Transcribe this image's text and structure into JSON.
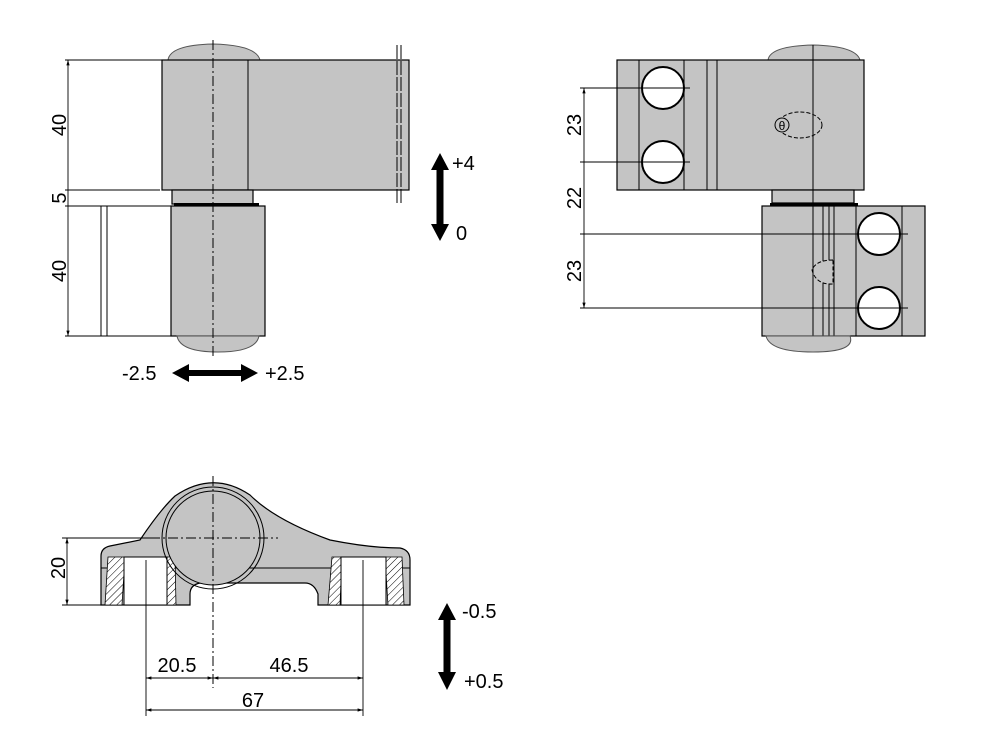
{
  "drawing": {
    "front_view": {
      "dim_upper_height": "40",
      "dim_gap": "5",
      "dim_lower_height": "40",
      "vertical_adjust_top": "+4",
      "vertical_adjust_bottom": "0",
      "lateral_adjust_left": "-2.5",
      "lateral_adjust_right": "+2.5"
    },
    "side_view": {
      "dim_upper_holes": "23",
      "dim_middle": "22",
      "dim_lower_holes": "23",
      "pin_symbol": "θ"
    },
    "top_view": {
      "dim_height": "20",
      "dim_left_offset": "20.5",
      "dim_right_offset": "46.5",
      "dim_total": "67",
      "compression_adjust_top": "-0.5",
      "compression_adjust_bottom": "+0.5"
    },
    "colors": {
      "part_fill": "#c4c4c4",
      "line": "#000000"
    }
  }
}
